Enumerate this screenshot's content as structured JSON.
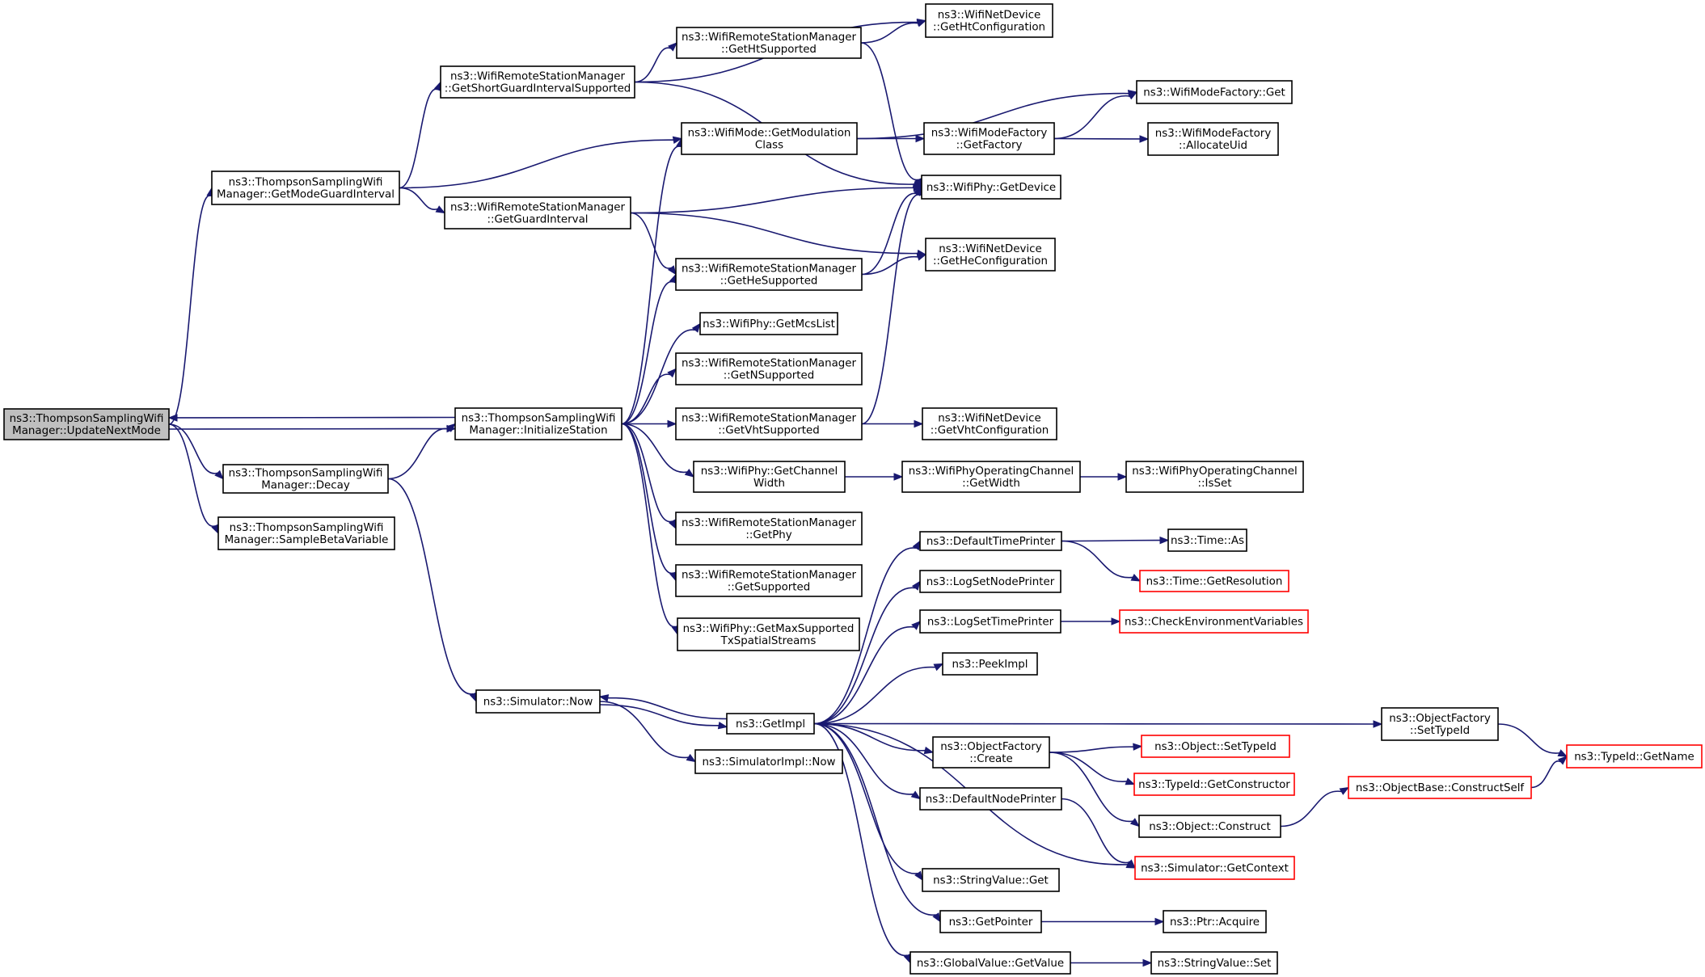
{
  "nodes": [
    {
      "id": "update",
      "lines": [
        "ns3::ThompsonSamplingWifi",
        "Manager::UpdateNextMode"
      ],
      "style": "focus"
    },
    {
      "id": "gmgi",
      "lines": [
        "ns3::ThompsonSamplingWifi",
        "Manager::GetModeGuardInterval"
      ],
      "style": "normal"
    },
    {
      "id": "initst",
      "lines": [
        "ns3::ThompsonSamplingWifi",
        "Manager::InitializeStation"
      ],
      "style": "normal"
    },
    {
      "id": "decay",
      "lines": [
        "ns3::ThompsonSamplingWifi",
        "Manager::Decay"
      ],
      "style": "normal"
    },
    {
      "id": "sbeta",
      "lines": [
        "ns3::ThompsonSamplingWifi",
        "Manager::SampleBetaVariable"
      ],
      "style": "normal"
    },
    {
      "id": "gsgis",
      "lines": [
        "ns3::WifiRemoteStationManager",
        "::GetShortGuardIntervalSupported"
      ],
      "style": "normal"
    },
    {
      "id": "ggi",
      "lines": [
        "ns3::WifiRemoteStationManager",
        "::GetGuardInterval"
      ],
      "style": "normal"
    },
    {
      "id": "ghts",
      "lines": [
        "ns3::WifiRemoteStationManager",
        "::GetHtSupported"
      ],
      "style": "normal"
    },
    {
      "id": "wmgmc",
      "lines": [
        "ns3::WifiMode::GetModulation",
        "Class"
      ],
      "style": "normal"
    },
    {
      "id": "ghes",
      "lines": [
        "ns3::WifiRemoteStationManager",
        "::GetHeSupported"
      ],
      "style": "normal"
    },
    {
      "id": "gmcs",
      "lines": [
        "ns3::WifiPhy::GetMcsList"
      ],
      "style": "normal"
    },
    {
      "id": "gns",
      "lines": [
        "ns3::WifiRemoteStationManager",
        "::GetNSupported"
      ],
      "style": "normal"
    },
    {
      "id": "gvhts",
      "lines": [
        "ns3::WifiRemoteStationManager",
        "::GetVhtSupported"
      ],
      "style": "normal"
    },
    {
      "id": "gchw",
      "lines": [
        "ns3::WifiPhy::GetChannel",
        "Width"
      ],
      "style": "normal"
    },
    {
      "id": "gphy",
      "lines": [
        "ns3::WifiRemoteStationManager",
        "::GetPhy"
      ],
      "style": "normal"
    },
    {
      "id": "gsup",
      "lines": [
        "ns3::WifiRemoteStationManager",
        "::GetSupported"
      ],
      "style": "normal"
    },
    {
      "id": "gmss",
      "lines": [
        "ns3::WifiPhy::GetMaxSupported",
        "TxSpatialStreams"
      ],
      "style": "normal"
    },
    {
      "id": "simnow",
      "lines": [
        "ns3::Simulator::Now"
      ],
      "style": "normal"
    },
    {
      "id": "getimpl",
      "lines": [
        "ns3::GetImpl"
      ],
      "style": "normal"
    },
    {
      "id": "simimplnow",
      "lines": [
        "ns3::SimulatorImpl::Now"
      ],
      "style": "normal"
    },
    {
      "id": "nd_htconf",
      "lines": [
        "ns3::WifiNetDevice",
        "::GetHtConfiguration"
      ],
      "style": "normal"
    },
    {
      "id": "wmf_get",
      "lines": [
        "ns3::WifiModeFactory::Get"
      ],
      "style": "normal"
    },
    {
      "id": "wmf_gf",
      "lines": [
        "ns3::WifiModeFactory",
        "::GetFactory"
      ],
      "style": "normal"
    },
    {
      "id": "wmf_au",
      "lines": [
        "ns3::WifiModeFactory",
        "::AllocateUid"
      ],
      "style": "normal"
    },
    {
      "id": "phy_gd",
      "lines": [
        "ns3::WifiPhy::GetDevice"
      ],
      "style": "normal"
    },
    {
      "id": "nd_heconf",
      "lines": [
        "ns3::WifiNetDevice",
        "::GetHeConfiguration"
      ],
      "style": "normal"
    },
    {
      "id": "nd_vhtconf",
      "lines": [
        "ns3::WifiNetDevice",
        "::GetVhtConfiguration"
      ],
      "style": "normal"
    },
    {
      "id": "poc_gw",
      "lines": [
        "ns3::WifiPhyOperatingChannel",
        "::GetWidth"
      ],
      "style": "normal"
    },
    {
      "id": "poc_isset",
      "lines": [
        "ns3::WifiPhyOperatingChannel",
        "::IsSet"
      ],
      "style": "normal"
    },
    {
      "id": "dtp",
      "lines": [
        "ns3::DefaultTimePrinter"
      ],
      "style": "normal"
    },
    {
      "id": "timeas",
      "lines": [
        "ns3::Time::As"
      ],
      "style": "normal"
    },
    {
      "id": "timegr",
      "lines": [
        "ns3::Time::GetResolution"
      ],
      "style": "external"
    },
    {
      "id": "lsnp",
      "lines": [
        "ns3::LogSetNodePrinter"
      ],
      "style": "normal"
    },
    {
      "id": "lstp",
      "lines": [
        "ns3::LogSetTimePrinter"
      ],
      "style": "normal"
    },
    {
      "id": "cev",
      "lines": [
        "ns3::CheckEnvironmentVariables"
      ],
      "style": "external"
    },
    {
      "id": "peek",
      "lines": [
        "ns3::PeekImpl"
      ],
      "style": "normal"
    },
    {
      "id": "ofsti",
      "lines": [
        "ns3::ObjectFactory",
        "::SetTypeId"
      ],
      "style": "normal"
    },
    {
      "id": "tgn",
      "lines": [
        "ns3::TypeId::GetName"
      ],
      "style": "external"
    },
    {
      "id": "ofc",
      "lines": [
        "ns3::ObjectFactory",
        "::Create"
      ],
      "style": "normal"
    },
    {
      "id": "osti",
      "lines": [
        "ns3::Object::SetTypeId"
      ],
      "style": "external"
    },
    {
      "id": "tgc",
      "lines": [
        "ns3::TypeId::GetConstructor"
      ],
      "style": "external"
    },
    {
      "id": "obcs",
      "lines": [
        "ns3::ObjectBase::ConstructSelf"
      ],
      "style": "external"
    },
    {
      "id": "dnp",
      "lines": [
        "ns3::DefaultNodePrinter"
      ],
      "style": "normal"
    },
    {
      "id": "oc",
      "lines": [
        "ns3::Object::Construct"
      ],
      "style": "normal"
    },
    {
      "id": "sgc",
      "lines": [
        "ns3::Simulator::GetContext"
      ],
      "style": "external"
    },
    {
      "id": "svget",
      "lines": [
        "ns3::StringValue::Get"
      ],
      "style": "normal"
    },
    {
      "id": "getptr",
      "lines": [
        "ns3::GetPointer"
      ],
      "style": "normal"
    },
    {
      "id": "ptracq",
      "lines": [
        "ns3::Ptr::Acquire"
      ],
      "style": "normal"
    },
    {
      "id": "gvgv",
      "lines": [
        "ns3::GlobalValue::GetValue"
      ],
      "style": "normal"
    },
    {
      "id": "svset",
      "lines": [
        "ns3::StringValue::Set"
      ],
      "style": "normal"
    }
  ],
  "edges": [
    {
      "from": "update",
      "to": "gmgi"
    },
    {
      "from": "update",
      "to": "initst"
    },
    {
      "from": "update",
      "to": "decay"
    },
    {
      "from": "update",
      "to": "sbeta"
    },
    {
      "from": "initst",
      "to": "update"
    },
    {
      "from": "gmgi",
      "to": "gsgis"
    },
    {
      "from": "gmgi",
      "to": "wmgmc"
    },
    {
      "from": "gmgi",
      "to": "ggi"
    },
    {
      "from": "decay",
      "to": "initst"
    },
    {
      "from": "decay",
      "to": "simnow"
    },
    {
      "from": "gsgis",
      "to": "ghts"
    },
    {
      "from": "gsgis",
      "to": "nd_htconf"
    },
    {
      "from": "gsgis",
      "to": "phy_gd"
    },
    {
      "from": "ghts",
      "to": "nd_htconf"
    },
    {
      "from": "ghts",
      "to": "phy_gd"
    },
    {
      "from": "wmgmc",
      "to": "wmf_get"
    },
    {
      "from": "wmgmc",
      "to": "wmf_gf"
    },
    {
      "from": "wmf_gf",
      "to": "wmf_get"
    },
    {
      "from": "wmf_gf",
      "to": "wmf_au"
    },
    {
      "from": "ggi",
      "to": "phy_gd"
    },
    {
      "from": "ggi",
      "to": "nd_heconf"
    },
    {
      "from": "ggi",
      "to": "ghes"
    },
    {
      "from": "ghes",
      "to": "phy_gd"
    },
    {
      "from": "ghes",
      "to": "nd_heconf"
    },
    {
      "from": "initst",
      "to": "wmgmc"
    },
    {
      "from": "initst",
      "to": "ghes"
    },
    {
      "from": "initst",
      "to": "gmcs"
    },
    {
      "from": "initst",
      "to": "gns"
    },
    {
      "from": "initst",
      "to": "gvhts"
    },
    {
      "from": "initst",
      "to": "gchw"
    },
    {
      "from": "initst",
      "to": "gphy"
    },
    {
      "from": "initst",
      "to": "gsup"
    },
    {
      "from": "initst",
      "to": "gmss"
    },
    {
      "from": "gvhts",
      "to": "nd_vhtconf"
    },
    {
      "from": "gvhts",
      "to": "phy_gd"
    },
    {
      "from": "gchw",
      "to": "poc_gw"
    },
    {
      "from": "poc_gw",
      "to": "poc_isset"
    },
    {
      "from": "simnow",
      "to": "getimpl"
    },
    {
      "from": "simnow",
      "to": "simimplnow"
    },
    {
      "from": "getimpl",
      "to": "simnow"
    },
    {
      "from": "getimpl",
      "to": "dtp"
    },
    {
      "from": "getimpl",
      "to": "lsnp"
    },
    {
      "from": "getimpl",
      "to": "lstp"
    },
    {
      "from": "getimpl",
      "to": "peek"
    },
    {
      "from": "getimpl",
      "to": "ofsti"
    },
    {
      "from": "getimpl",
      "to": "ofc"
    },
    {
      "from": "getimpl",
      "to": "dnp"
    },
    {
      "from": "getimpl",
      "to": "sgc"
    },
    {
      "from": "getimpl",
      "to": "svget"
    },
    {
      "from": "getimpl",
      "to": "getptr"
    },
    {
      "from": "getimpl",
      "to": "gvgv"
    },
    {
      "from": "dtp",
      "to": "timeas"
    },
    {
      "from": "dtp",
      "to": "timegr"
    },
    {
      "from": "lstp",
      "to": "cev"
    },
    {
      "from": "ofsti",
      "to": "tgn"
    },
    {
      "from": "ofc",
      "to": "osti"
    },
    {
      "from": "ofc",
      "to": "tgc"
    },
    {
      "from": "ofc",
      "to": "oc"
    },
    {
      "from": "oc",
      "to": "obcs"
    },
    {
      "from": "obcs",
      "to": "tgn"
    },
    {
      "from": "dnp",
      "to": "sgc"
    },
    {
      "from": "getptr",
      "to": "ptracq"
    },
    {
      "from": "gvgv",
      "to": "svset"
    }
  ]
}
